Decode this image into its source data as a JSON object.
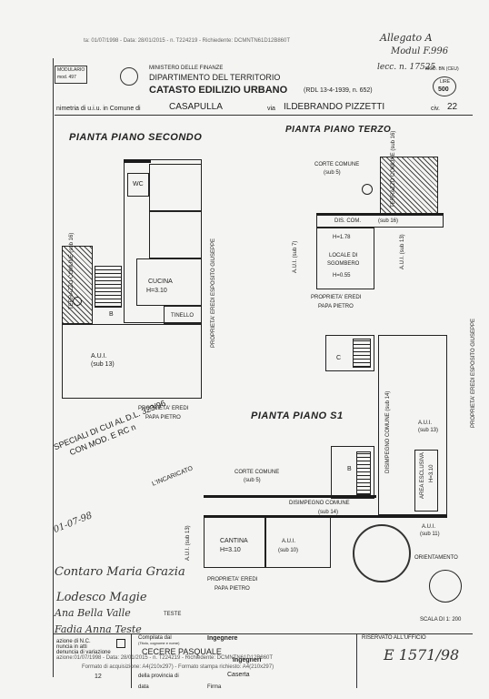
{
  "header": {
    "fax_line": "ta: 01/07/1998 - Data: 28/01/2015 - n. T224219 - Richiedente: DCMNTN61D12B860T",
    "model_label": "MODULARIO",
    "model_code": "mod. 497",
    "ministry": "MINISTERO DELLE FINANZE",
    "department": "DIPARTIMENTO DEL TERRITORIO",
    "catasto": "CATASTO EDILIZIO URBANO",
    "law": "(RDL 13-4-1939, n. 652)",
    "mod_code": "MOD. BN (CEU)",
    "lire_label": "LIRE",
    "lire_value": "500",
    "planimetria_prefix": "nimetria di u.i.u. in Comune di",
    "comune": "CASAPULLA",
    "via_label": "via",
    "via": "ILDEBRANDO PIZZETTI",
    "civ_label": "civ.",
    "civ": "22",
    "handwritten_top1": "Allegato A",
    "handwritten_top2": "Modul F.996",
    "handwritten_top3": "lecc. n. 17525"
  },
  "plan_second": {
    "title": "PIANTA PIANO SECONDO",
    "wc": "WC",
    "cucina": "CUCINA",
    "cucina_h": "H=3.10",
    "tinello": "TINELLO",
    "b": "B",
    "terrazzo": "TERRAZZO COMUNE (sub 16)",
    "aui": "A.U.I.",
    "aui_sub": "(sub 13)",
    "prop_right": "PROPRIETA' EREDI ESPOSITO GIUSEPPE",
    "prop_bottom1": "PROPRIETA' EREDI",
    "prop_bottom2": "PAPA PIETRO"
  },
  "plan_third": {
    "title": "PIANTA PIANO TERZO",
    "corte": "CORTE COMUNE",
    "corte_sub": "(sub 5)",
    "terrazzo": "TERRAZZO COMUNE (sub 16)",
    "dis_com": "DIS. COM.",
    "dis_sub": "(sub 16)",
    "h178": "H=1.78",
    "locale1": "LOCALE DI",
    "locale2": "SGOMBERO",
    "h055": "H=0.55",
    "aui_left": "A.U.I. (sub 7)",
    "aui_right": "A.U.I. (sub 13)",
    "prop1": "PROPRIETA' EREDI",
    "prop2": "PAPA PIETRO"
  },
  "plan_s1": {
    "title": "PIANTA PIANO S1",
    "c": "C",
    "b": "B",
    "corte": "CORTE COMUNE",
    "corte_sub": "(sub 5)",
    "disimpegno": "DISIMPEGNO COMUNE",
    "disimpegno_sub": "(sub 14)",
    "disimpegno_v": "DISIMPEGNO COMUNE (sub 14)",
    "area": "AREA ESCLUSIVA",
    "area_h": "H=3.10",
    "aui_r1": "A.U.I.",
    "aui_r1_sub": "(sub 13)",
    "aui_r2": "A.U.I.",
    "aui_r2_sub": "(sub 11)",
    "aui_left": "A.U.I. (sub 13)",
    "cantina": "CANTINA",
    "cantina_h": "H=3.10",
    "aui_mid": "A.U.I.",
    "aui_mid_sub": "(sub 10)",
    "prop1": "PROPRIETA' EREDI",
    "prop2": "PAPA PIETRO",
    "prop_right": "PROPRIETA' EREDI ESPOSITO GIUSEPPE",
    "orientamento": "ORIENTAMENTO",
    "scala": "SCALA DI 1: 200"
  },
  "stamp": {
    "line1": "SPECIALI DI CUI AL D.L. 323/96",
    "line2": "CON MOD. E RC n",
    "date": "01-07-98",
    "incaricato": "L'INCARICATO"
  },
  "handwriting": {
    "line1": "Contaro Maria Grazia",
    "line2": "Lodesco Magie",
    "line3": "Ana Bella Valle",
    "teste": "TESTE",
    "line4": "Fadia Anna Teste"
  },
  "footer": {
    "dichiarazione": "azione di N.C.",
    "denuncia1": "nuncia in atti",
    "denuncia2": "denuncia di variazione",
    "compilata": "Compilata dal",
    "compilata_sub": "(Titolo, cognome e nome)",
    "ingegnere": "Ingegnere",
    "name": "CECERE PASQUALE",
    "ingegneri": "Ingegneri",
    "prov_label": "della provincia di",
    "prov": "Caserta",
    "data_label": "data",
    "firma_label": "Firma",
    "num": "12",
    "fax1": "azione:01/07/1998 - Data: 28/01/2015 - n. T224219 - Richiedente: DCMNTN61D12B860T",
    "fax2": "Formato di acquisizione: A4(210x297) - Formato stampa richiesto: A4(210x297)",
    "riservato": "RISERVATO ALL'UFFICIO",
    "riservato_code": "E 1571/98"
  }
}
